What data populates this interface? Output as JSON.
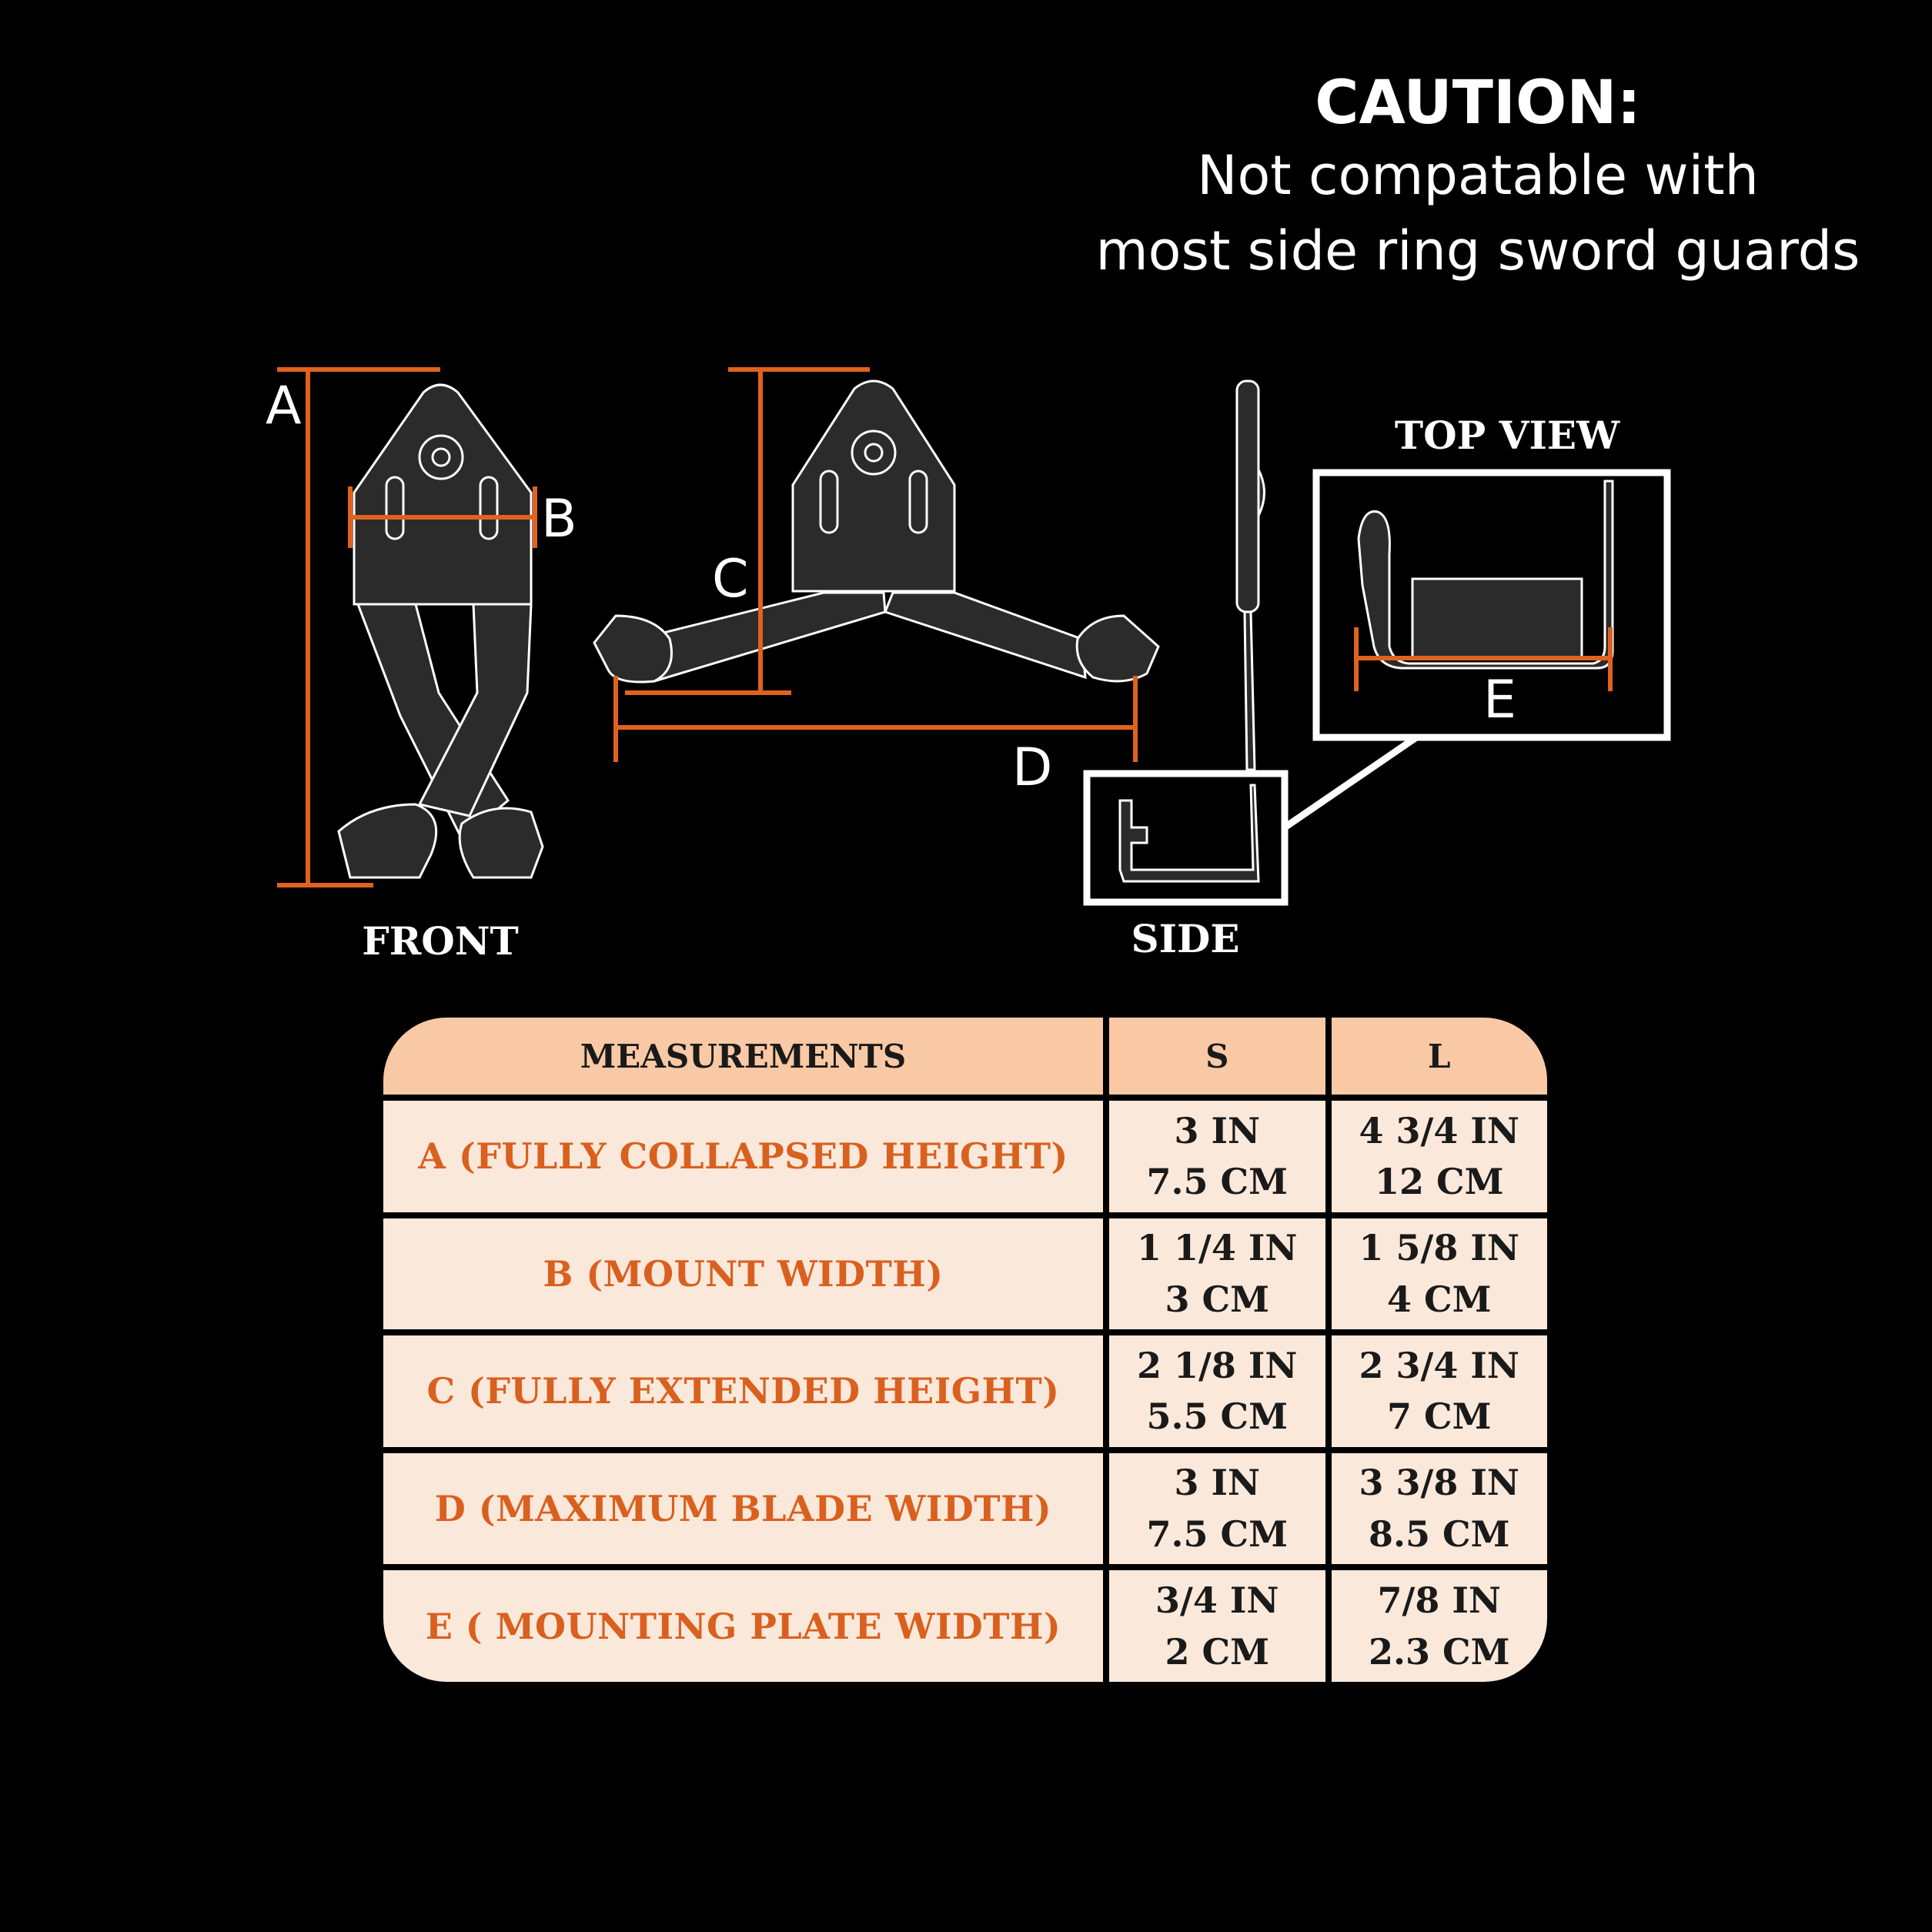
{
  "caution": {
    "title": "CAUTION:",
    "line1": "Not compatable with",
    "line2": "most side ring sword guards"
  },
  "views": {
    "front": "FRONT",
    "side": "SIDE",
    "top": "TOP VIEW"
  },
  "dimensions": {
    "a": "A",
    "b": "B",
    "c": "C",
    "d": "D",
    "e": "E"
  },
  "colors": {
    "accent": "#e0621f",
    "table_header_bg": "#f9c9a5",
    "table_body_bg": "#fae8da",
    "product": "#2b2b2b"
  },
  "table": {
    "headers": [
      "MEASUREMENTS",
      "S",
      "L"
    ],
    "rows": [
      {
        "label": "A (FULLY COLLAPSED HEIGHT)",
        "s_in": "3 IN",
        "s_cm": "7.5 CM",
        "l_in": "4  3/4 IN",
        "l_cm": "12 CM"
      },
      {
        "label": "B (MOUNT WIDTH)",
        "s_in": "1  1/4 IN",
        "s_cm": "3 CM",
        "l_in": "1  5/8 IN",
        "l_cm": "4 CM"
      },
      {
        "label": "C (FULLY EXTENDED HEIGHT)",
        "s_in": "2  1/8 IN",
        "s_cm": "5.5 CM",
        "l_in": "2  3/4 IN",
        "l_cm": "7 CM"
      },
      {
        "label": "D (MAXIMUM BLADE WIDTH)",
        "s_in": "3 IN",
        "s_cm": "7.5 CM",
        "l_in": "3  3/8 IN",
        "l_cm": "8.5 CM"
      },
      {
        "label": "E ( MOUNTING PLATE WIDTH)",
        "s_in": "3/4 IN",
        "s_cm": "2 CM",
        "l_in": "7/8 IN",
        "l_cm": "2.3 CM"
      }
    ]
  }
}
